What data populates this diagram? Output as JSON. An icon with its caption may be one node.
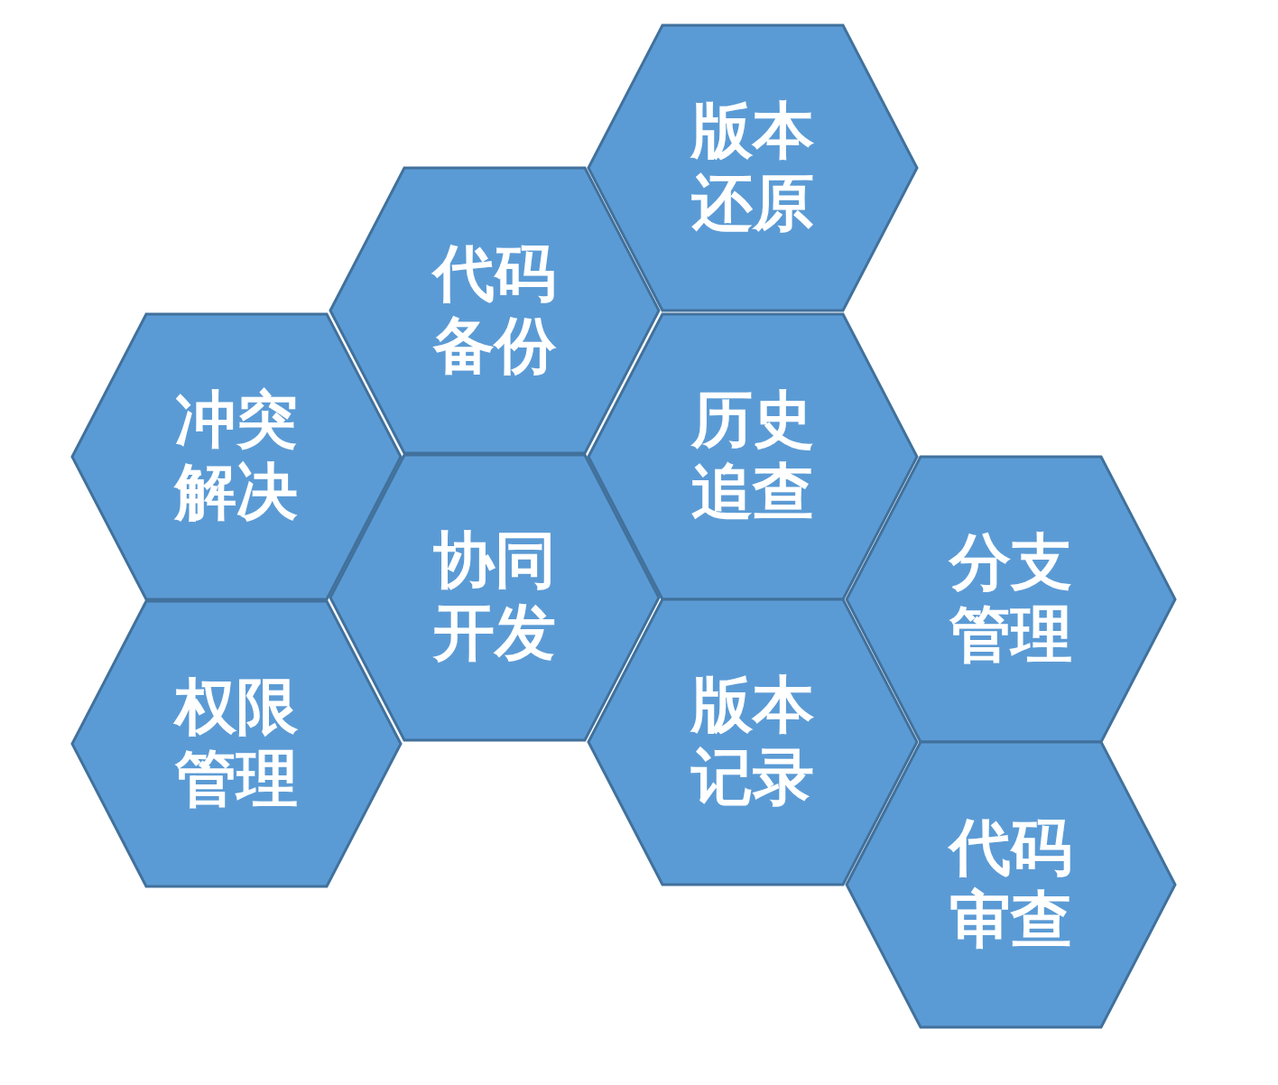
{
  "diagram": {
    "nodes": [
      {
        "text": [
          "版本还原"
        ]
      },
      {
        "text": [
          "代码备份"
        ]
      },
      {
        "text": [
          "冲突解决"
        ]
      },
      {
        "text": [
          "历史追查"
        ]
      },
      {
        "text": [
          "协同开发"
        ]
      },
      {
        "text": [
          "分支管理"
        ]
      },
      {
        "text": [
          "版本记录"
        ]
      },
      {
        "text": [
          "权限管理"
        ]
      },
      {
        "text": [
          "代码审查"
        ]
      }
    ]
  }
}
